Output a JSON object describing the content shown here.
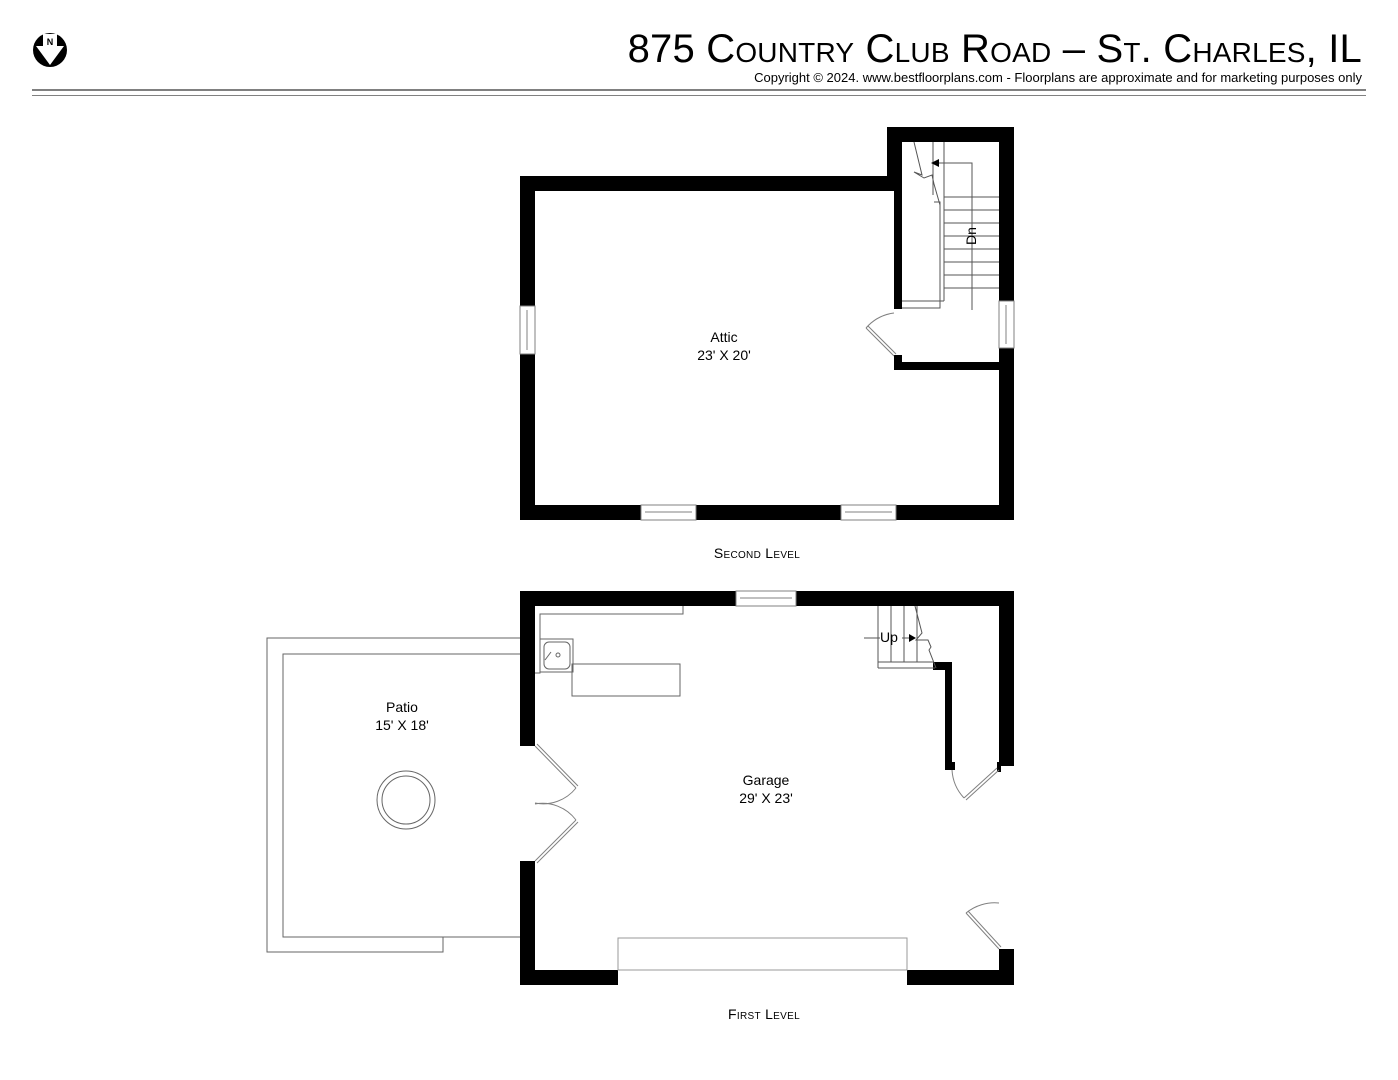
{
  "header": {
    "title": "875 Country Club Road – St. Charles, IL",
    "copyright": "Copyright © 2024. www.bestfloorplans.com - Floorplans are approximate and for marketing purposes only",
    "compass_label": "N"
  },
  "levels": [
    {
      "label": "Second Level",
      "rooms": [
        {
          "name": "Attic",
          "dimensions": "23' X 20'"
        }
      ],
      "stairs": {
        "label": "Dn"
      }
    },
    {
      "label": "First Level",
      "rooms": [
        {
          "name": "Patio",
          "dimensions": "15' X 18'"
        },
        {
          "name": "Garage",
          "dimensions": "29' X 23'"
        }
      ],
      "stairs": {
        "label": "Up"
      }
    }
  ],
  "colors": {
    "wall": "#000000",
    "fixture": "#808080",
    "background": "#ffffff"
  }
}
